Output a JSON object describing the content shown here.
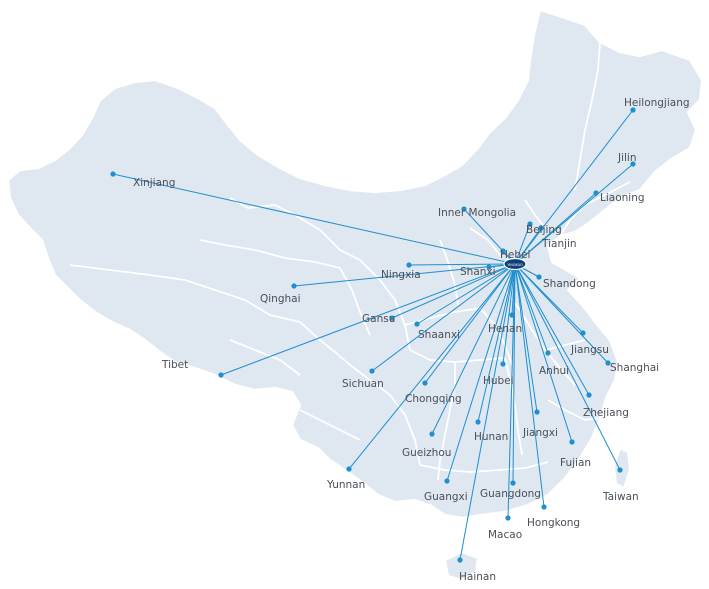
{
  "map": {
    "hub": {
      "label": "YINGKUO",
      "color": "#0f3f78"
    },
    "route_color": "#1e8fcf",
    "land_color": "#dfe7f1",
    "locations": [
      {
        "name": "Heilongjiang"
      },
      {
        "name": "Jilin"
      },
      {
        "name": "Liaoning"
      },
      {
        "name": "Inner Mongolia"
      },
      {
        "name": "Beijing"
      },
      {
        "name": "Tianjin"
      },
      {
        "name": "Hebei"
      },
      {
        "name": "Xinjiang"
      },
      {
        "name": "Shanxi"
      },
      {
        "name": "Ningxia"
      },
      {
        "name": "Shandong"
      },
      {
        "name": "Qinghai"
      },
      {
        "name": "Gansu"
      },
      {
        "name": "Shaanxi"
      },
      {
        "name": "Henan"
      },
      {
        "name": "Jiangsu"
      },
      {
        "name": "Shanghai"
      },
      {
        "name": "Anhui"
      },
      {
        "name": "Hubei"
      },
      {
        "name": "Tibet"
      },
      {
        "name": "Sichuan"
      },
      {
        "name": "Chongqing"
      },
      {
        "name": "Zhejiang"
      },
      {
        "name": "Jiangxi"
      },
      {
        "name": "Hunan"
      },
      {
        "name": "Gueizhou"
      },
      {
        "name": "Fujian"
      },
      {
        "name": "Yunnan"
      },
      {
        "name": "Guangxi"
      },
      {
        "name": "Guangdong"
      },
      {
        "name": "Taiwan"
      },
      {
        "name": "Hongkong"
      },
      {
        "name": "Macao"
      },
      {
        "name": "Hainan"
      }
    ]
  }
}
